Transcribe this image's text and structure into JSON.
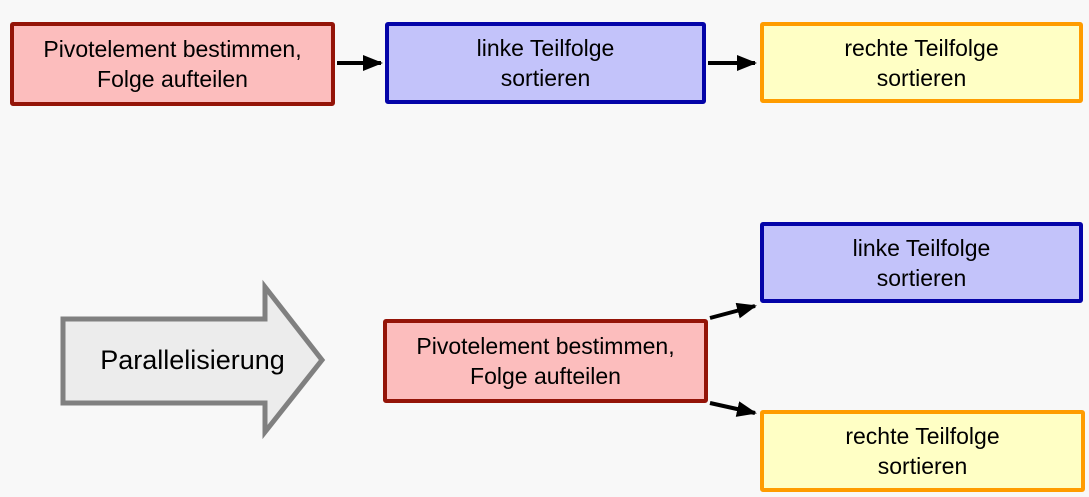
{
  "palette": {
    "canvas_bg": "#f8f8f8",
    "text_color": "#000000",
    "connector": "#000000",
    "pivot_fill": "#fcbdbd",
    "pivot_border": "#941408",
    "left_fill": "#c3c3fa",
    "left_border": "#0404a8",
    "right_fill": "#ffffc5",
    "right_border": "#ff9c00",
    "parallel_fill": "#ececec",
    "parallel_border": "#808080"
  },
  "sequential_flow": {
    "pivot_box": {
      "line1": "Pivotelement bestimmen,",
      "line2": "Folge aufteilen"
    },
    "left_box": {
      "line1": "linke Teilfolge",
      "line2": "sortieren"
    },
    "right_box": {
      "line1": "rechte Teilfolge",
      "line2": "sortieren"
    }
  },
  "parallel_flow": {
    "transform_arrow_label": "Parallelisierung",
    "pivot_box": {
      "line1": "Pivotelement bestimmen,",
      "line2": "Folge aufteilen"
    },
    "left_box": {
      "line1": "linke Teilfolge",
      "line2": "sortieren"
    },
    "right_box": {
      "line1": "rechte Teilfolge",
      "line2": "sortieren"
    }
  }
}
